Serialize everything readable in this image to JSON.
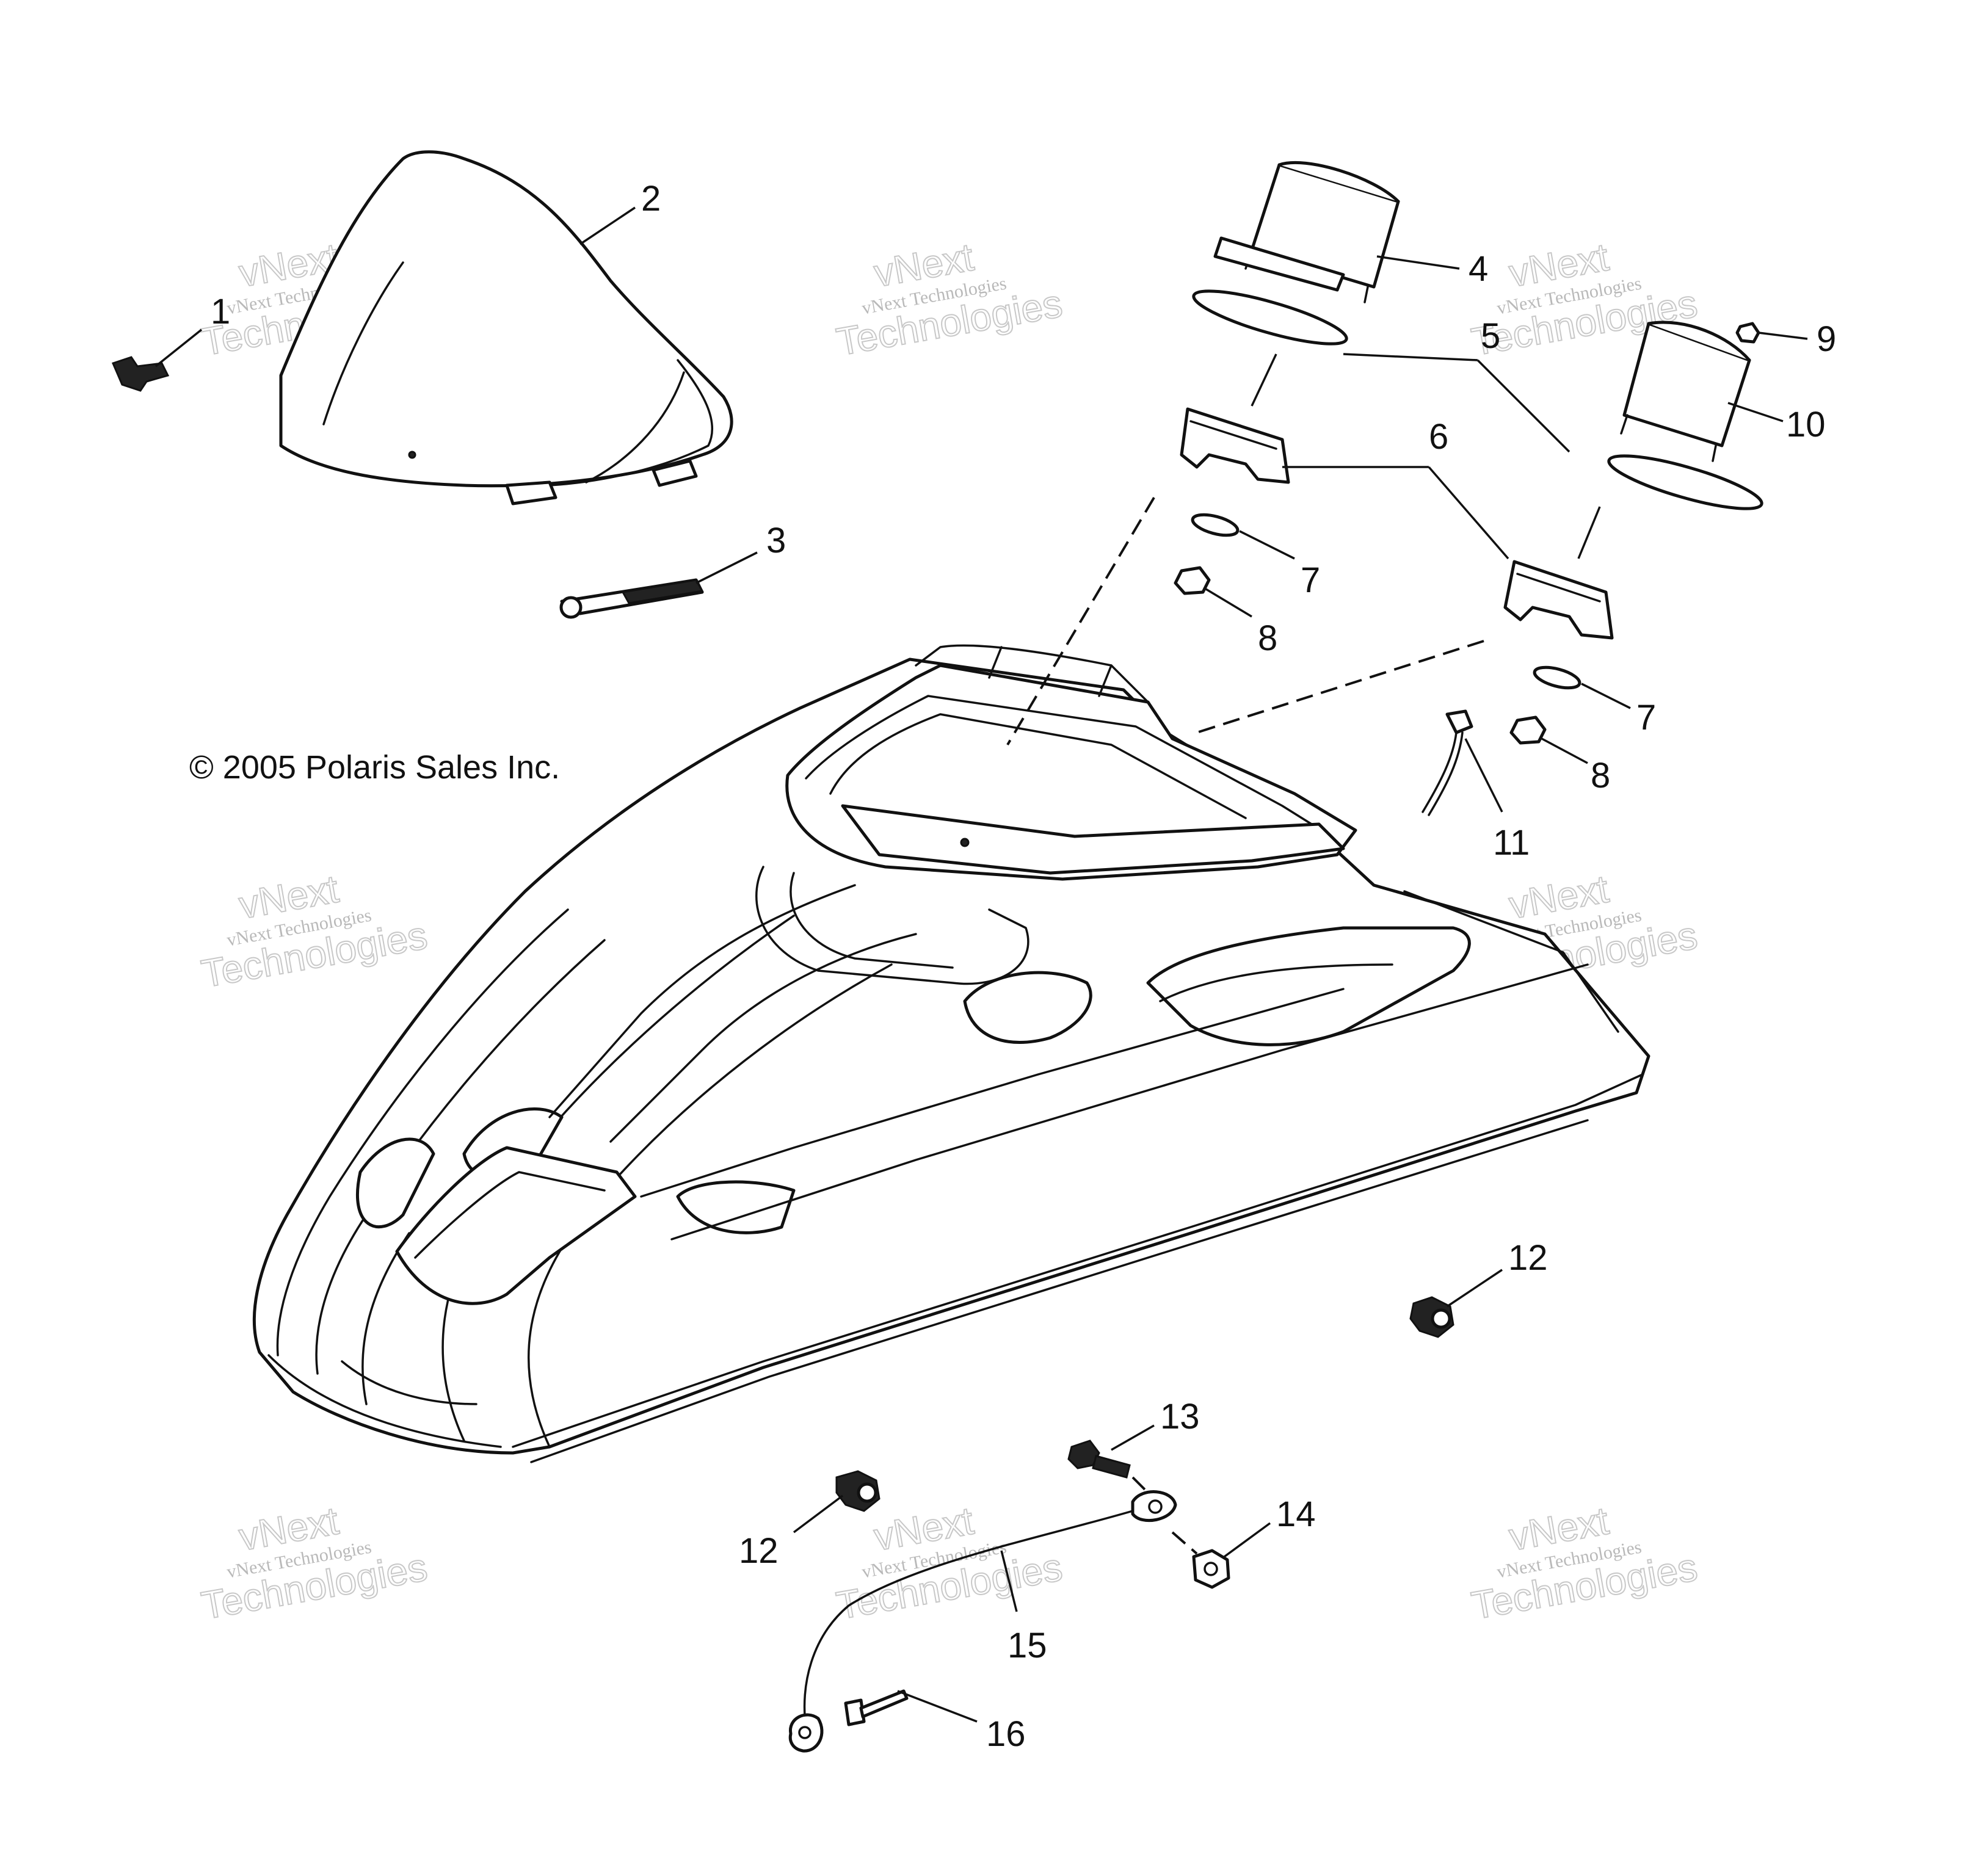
{
  "copyright": "© 2005 Polaris Sales Inc.",
  "watermark": {
    "line1": "vNext Technologies",
    "line2": "vNext",
    "line3": "Technologies"
  },
  "callouts": [
    "1",
    "2",
    "3",
    "4",
    "5",
    "6",
    "7",
    "8",
    "9",
    "10",
    "11",
    "12",
    "13",
    "14",
    "15",
    "16"
  ],
  "labels": {
    "l1": "1",
    "l2": "2",
    "l3": "3",
    "l4": "4",
    "l5": "5",
    "l6": "6",
    "l7a": "7",
    "l7b": "7",
    "l8a": "8",
    "l8b": "8",
    "l9": "9",
    "l10": "10",
    "l11": "11",
    "l12a": "12",
    "l12b": "12",
    "l13": "13",
    "l14": "14",
    "l15": "15",
    "l16": "16"
  },
  "parts": [
    {
      "id": "1",
      "icon": "push-rivet-icon"
    },
    {
      "id": "2",
      "icon": "windshield-icon"
    },
    {
      "id": "3",
      "icon": "strap-icon"
    },
    {
      "id": "4",
      "icon": "gauge-icon"
    },
    {
      "id": "5",
      "icon": "gasket-icon"
    },
    {
      "id": "6",
      "icon": "gauge-bracket-icon"
    },
    {
      "id": "7",
      "icon": "washer-icon"
    },
    {
      "id": "8",
      "icon": "nut-icon"
    },
    {
      "id": "9",
      "icon": "clip-icon"
    },
    {
      "id": "10",
      "icon": "gauge-icon"
    },
    {
      "id": "11",
      "icon": "wire-harness-icon"
    },
    {
      "id": "12",
      "icon": "hood-latch-icon"
    },
    {
      "id": "13",
      "icon": "bolt-icon"
    },
    {
      "id": "14",
      "icon": "nut-icon"
    },
    {
      "id": "15",
      "icon": "tether-cable-icon"
    },
    {
      "id": "16",
      "icon": "rivet-icon"
    }
  ]
}
